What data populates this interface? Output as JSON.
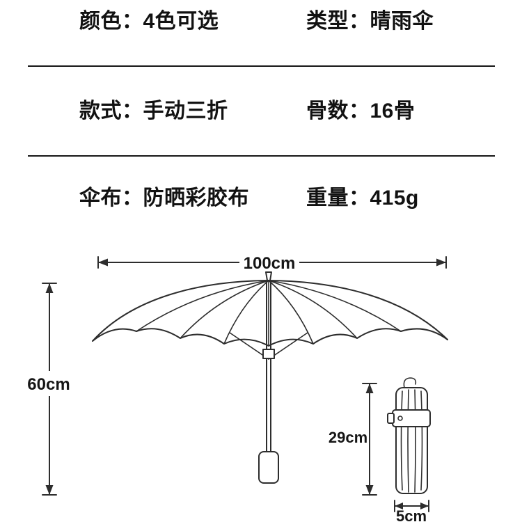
{
  "specs": {
    "rows": [
      {
        "left": "颜色：4色可选",
        "right": "类型：晴雨伞"
      },
      {
        "left": "款式：手动三折",
        "right": "骨数：16骨"
      },
      {
        "left": "伞布：防晒彩胶布",
        "right": "重量：415g"
      }
    ]
  },
  "diagram": {
    "open_width": "100cm",
    "open_height": "60cm",
    "folded_height": "29cm",
    "folded_width": "5cm"
  },
  "colors": {
    "background": "#ffffff",
    "text": "#121212",
    "line": "#2d2d2d",
    "divider": "#161616"
  }
}
